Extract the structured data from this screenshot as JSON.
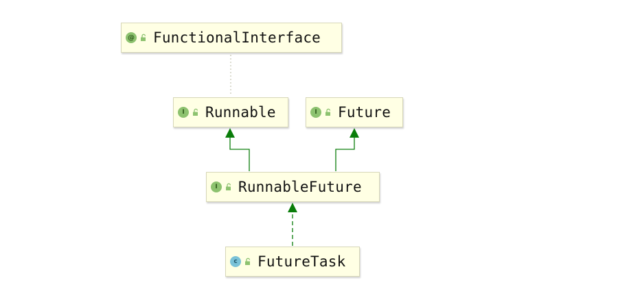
{
  "nodes": {
    "functional_interface": {
      "label": "FunctionalInterface",
      "badge": "@",
      "kind": "annotation"
    },
    "runnable": {
      "label": "Runnable",
      "badge": "I",
      "kind": "interface"
    },
    "future": {
      "label": "Future",
      "badge": "I",
      "kind": "interface"
    },
    "runnable_future": {
      "label": "RunnableFuture",
      "badge": "I",
      "kind": "interface"
    },
    "future_task": {
      "label": "FutureTask",
      "badge": "c",
      "kind": "class"
    }
  },
  "relations": [
    {
      "from": "runnable",
      "to": "functional_interface",
      "type": "annotated-by"
    },
    {
      "from": "runnable_future",
      "to": "runnable",
      "type": "extends"
    },
    {
      "from": "runnable_future",
      "to": "future",
      "type": "extends"
    },
    {
      "from": "future_task",
      "to": "runnable_future",
      "type": "implements"
    }
  ],
  "colors": {
    "node_fill": "#ffffe4",
    "node_border": "#d6d6b8",
    "edge_green": "#0a7d0a",
    "annotation_link": "#b8b8a0",
    "interface_badge": "#8dc26f",
    "class_badge": "#7ac2d8"
  }
}
